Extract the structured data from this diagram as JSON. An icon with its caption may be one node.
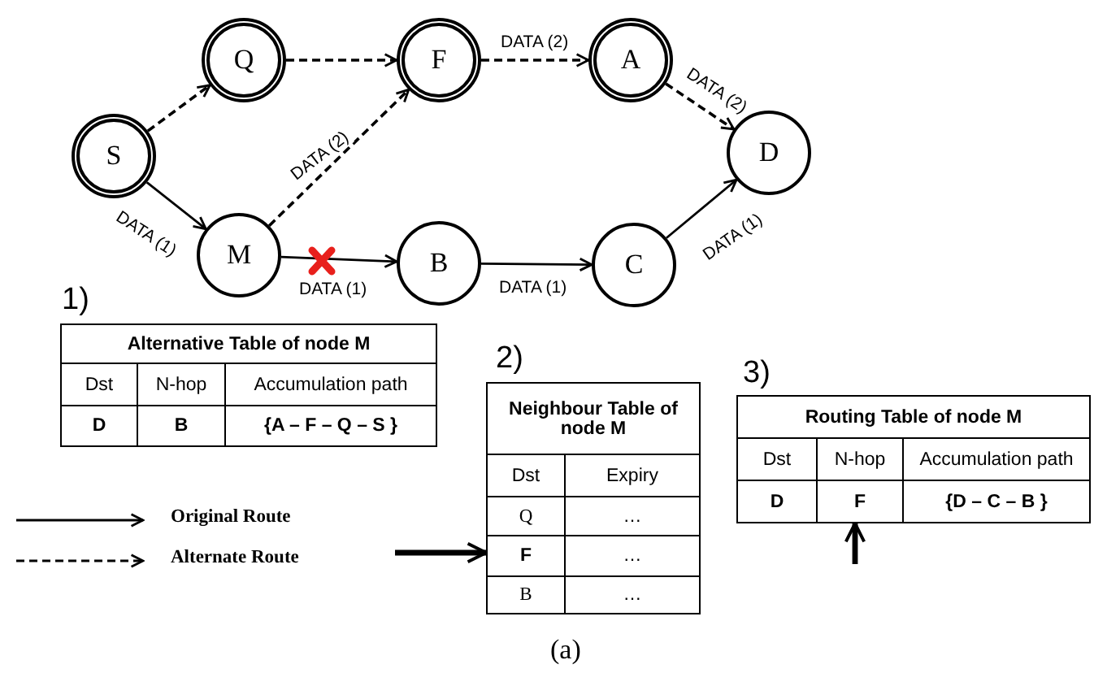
{
  "diagram": {
    "caption": "(a)",
    "nodes": [
      {
        "text": [
          "S"
        ]
      },
      {
        "text": [
          "Q"
        ]
      },
      {
        "text": [
          "F"
        ]
      },
      {
        "text": [
          "A"
        ]
      },
      {
        "text": [
          "D"
        ]
      },
      {
        "text": [
          "M"
        ]
      },
      {
        "text": [
          "B"
        ]
      },
      {
        "text": [
          "C"
        ]
      },
      {
        "text": [
          "Alternative Table of node M",
          "Dst",
          "N-hop",
          "Accumulation path",
          "D",
          "B",
          "{A – F – Q – S }"
        ]
      },
      {
        "text": [
          "Neighbour Table of node M",
          "Dst",
          "Expiry",
          "Q",
          "…",
          "F",
          "…",
          "B",
          "…"
        ]
      },
      {
        "text": [
          "Routing Table of node M",
          "Dst",
          "N-hop",
          "Accumulation path",
          "D",
          "F",
          "{D – C – B }"
        ]
      }
    ],
    "edges": [
      {
        "from": 0,
        "to": 1,
        "arrow": "to",
        "style": "dashed"
      },
      {
        "from": 1,
        "to": 2,
        "arrow": "to",
        "style": "dashed"
      },
      {
        "from": 2,
        "to": 3,
        "arrow": "to",
        "style": "dashed",
        "label": "DATA (2)"
      },
      {
        "from": 3,
        "to": 4,
        "arrow": "to",
        "style": "dashed",
        "label": "DATA (2)"
      },
      {
        "from": 0,
        "to": 5,
        "arrow": "to",
        "label": "DATA (1)"
      },
      {
        "from": 5,
        "to": 2,
        "arrow": "to",
        "style": "dashed",
        "label": "DATA (2)"
      },
      {
        "from": 5,
        "to": 6,
        "arrow": "to",
        "label": "DATA (1)"
      },
      {
        "from": 6,
        "to": 7,
        "arrow": "to",
        "label": "DATA (1)"
      },
      {
        "from": 7,
        "to": 4,
        "arrow": "to",
        "label": "DATA (1)"
      },
      {
        "from": null,
        "to": 9,
        "arrow": "to",
        "style": "thick"
      },
      {
        "from": null,
        "to": 10,
        "arrow": "to",
        "style": "thick"
      }
    ],
    "labels": [
      "1)",
      "2)",
      "3)"
    ],
    "legend": [
      {
        "text": "Original Route"
      },
      {
        "text": "Alternate Route"
      }
    ]
  }
}
